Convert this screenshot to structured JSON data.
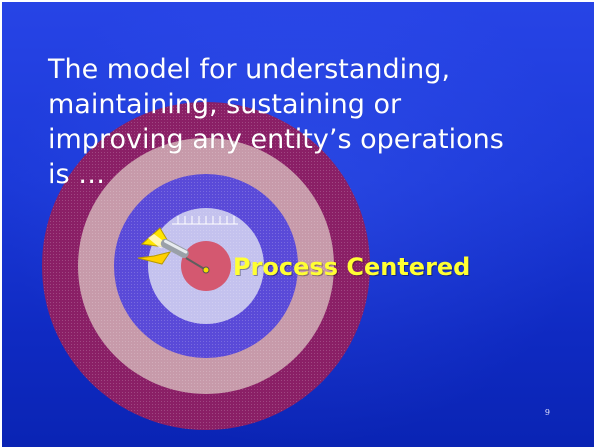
{
  "slide": {
    "title": "The model for understanding,\nmaintaining, sustaining or\nimproving any entity’s operations\nis …",
    "callout": "Process Centered",
    "page_number": "9"
  },
  "icons": {
    "target": "bullseye-target-icon",
    "dart": "dart-icon"
  },
  "colors": {
    "background": "#1c3ad9",
    "ring_outer": "#8a1f66",
    "ring_second": "#c79aaa",
    "ring_third": "#5a4ad8",
    "ring_fourth": "#c4c2ee",
    "bullseye": "#d45870",
    "callout_text": "#ffff33",
    "title_text": "#ffffff"
  }
}
